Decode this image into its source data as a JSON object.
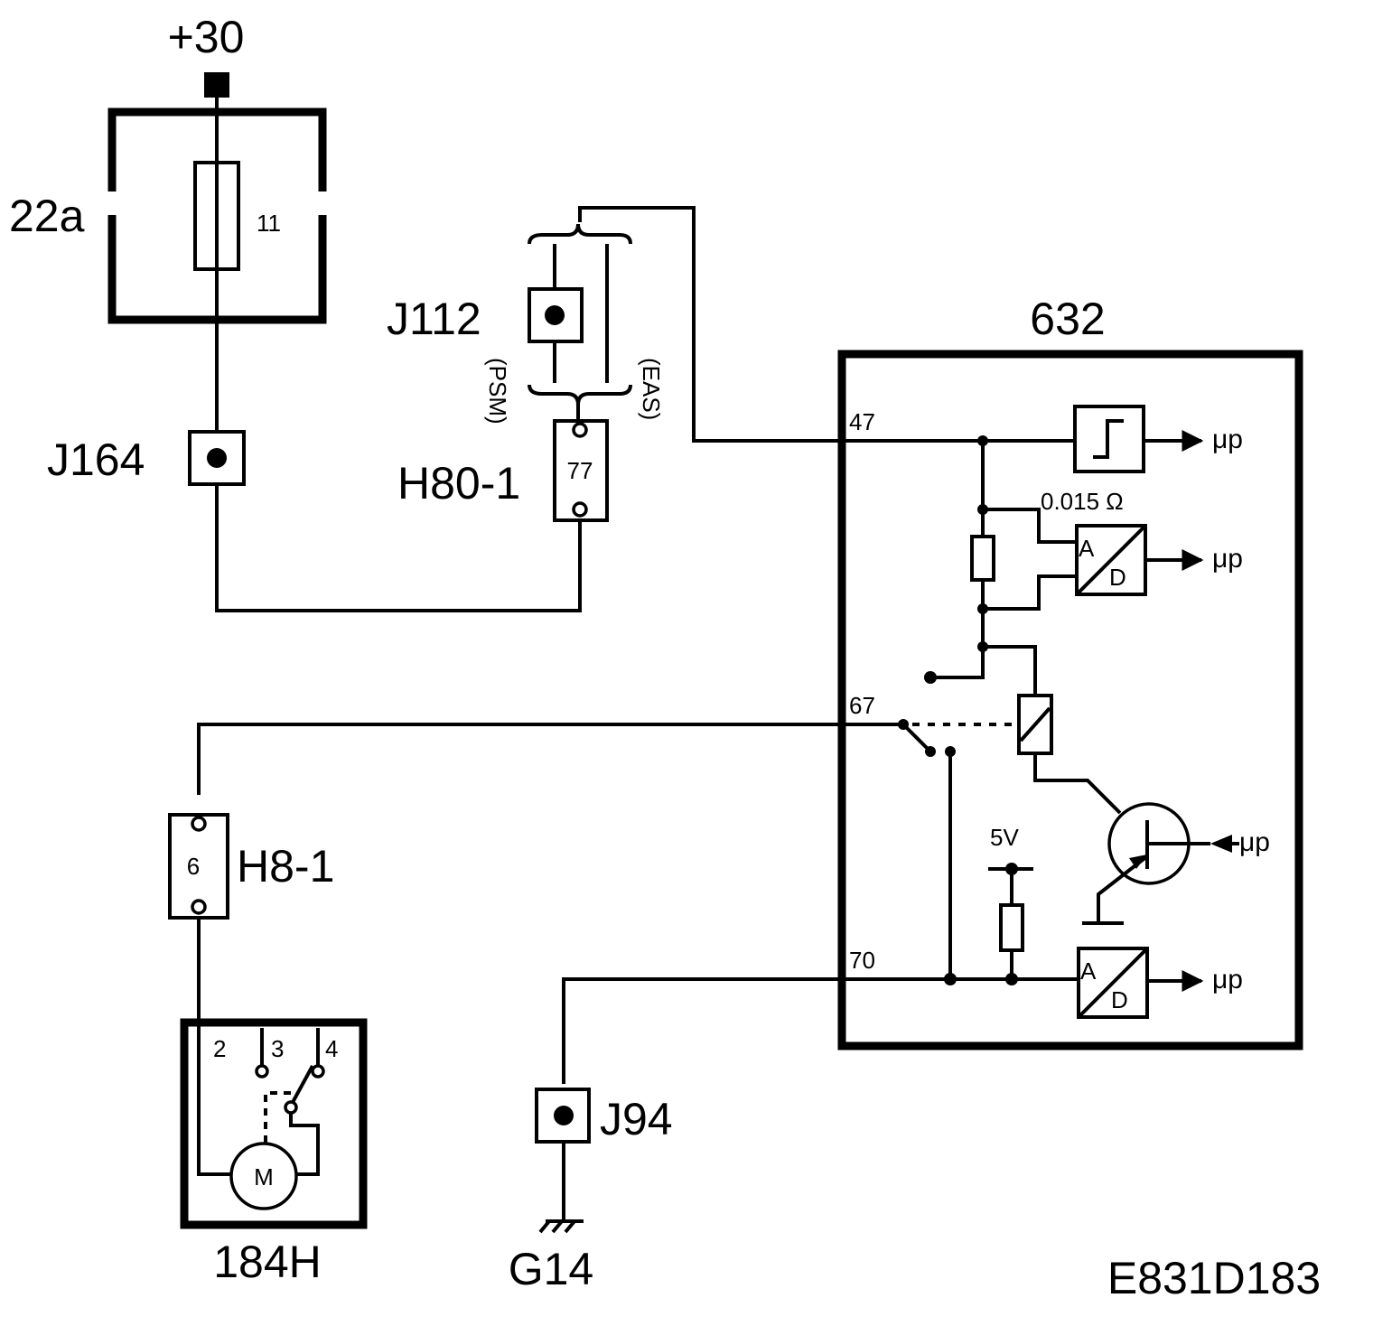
{
  "supply_label": "+30",
  "fuse_box": {
    "label": "22a",
    "fuse_number": "11"
  },
  "junctions": {
    "j164": "J164",
    "j112": "J112",
    "j94": "J94"
  },
  "variants": {
    "psm": "(PSM)",
    "eas": "(EAS)"
  },
  "connectors": {
    "h80": {
      "label": "H80-1",
      "pin": "77"
    },
    "h8": {
      "label": "H8-1",
      "pin": "6"
    }
  },
  "control_unit": {
    "label": "632",
    "pins": {
      "p47": "47",
      "p67": "67",
      "p70": "70"
    },
    "shunt_value": "0.015 Ω",
    "supply_5v": "5V",
    "ad_a": "A",
    "ad_d": "D",
    "mp": "μp"
  },
  "motor": {
    "label": "184H",
    "symbol": "M",
    "terminals": [
      "2",
      "3",
      "4"
    ]
  },
  "ground_label": "G14",
  "diagram_code": "E831D183"
}
